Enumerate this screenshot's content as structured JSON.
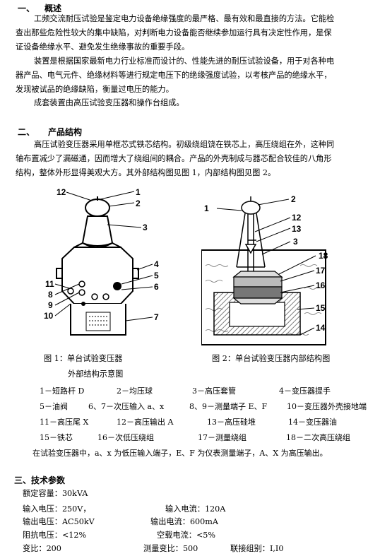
{
  "section1": {
    "num": "一、",
    "title": "概述",
    "paragraphs": [
      [
        "工频交流耐压试验是鉴定电力设备绝缘强度的最严格、最有效和最直接的方法。它能检",
        "查出那些危险性较大的集中缺陷，对判断电力设备能否继续参加运行具有决定性作用，是保",
        "证设备绝缘水平、避免发生绝缘事故的重要手段。"
      ],
      [
        "装置是根据国家最新电力行业标准而设计的、性能先进的耐压试验设备，用于对各种电",
        "器产品、电气元件、绝缘材料等进行规定电压下的绝缘强度试验，以考核产品的绝缘水平，",
        "发现被试品的绝缘缺陷，衡量过电压的能力。"
      ],
      [
        "成套装置由高压试验变压器和操作台组成。"
      ]
    ]
  },
  "section2": {
    "num": "二、",
    "title": "产品结构",
    "paragraph": [
      "高压试验变压器采用单框芯式铁芯结构。初级绕组饶在铁芯上，高压绕组在外，这种同",
      "轴布置减少了漏磁通，因而增大了绕组间的耦合。产品的外壳制成与器芯配合较佳的八角形",
      "结构，整体外形显得美观大方。其外部结构图见图 1，内部结构图见图 2。"
    ]
  },
  "figure1": {
    "labels": [
      "12",
      "1",
      "2",
      "3",
      "4",
      "5",
      "6",
      "11",
      "8",
      "9",
      "10",
      "7"
    ],
    "caption_line1": "图 1：单台试验变压器",
    "caption_line2": "外部结构示意图"
  },
  "figure2": {
    "labels": [
      "1",
      "2",
      "12",
      "13",
      "3",
      "18",
      "17",
      "16",
      "15",
      "14"
    ],
    "caption": "图 2：单台试验变压器内部结构图"
  },
  "legend": [
    [
      "1－短路杆 D",
      "2－均压球",
      "3－高压套管",
      "4－变压器提手"
    ],
    [
      "5－油阀",
      "6、7－次压输入 a、x",
      "8、9－测量端子 E、F",
      "10－变压器外壳接地端"
    ],
    [
      "11－高压尾 X",
      "12－高压输出 A",
      "13－高压硅堆",
      "14－变压器油"
    ],
    [
      "15－铁芯",
      "16－次低压绕组",
      "17－测量绕组",
      "18－二次高压绕组"
    ]
  ],
  "legend_note": "在试验变压器中，a、x 为低压输入端子，E、F 为仪表测量端子，A、X 为高压输出。",
  "section3": {
    "title": "三、技术参数",
    "rows": [
      [
        "额定容量：30kVA"
      ],
      [
        "输入电压：250V，",
        "输入电流：120A"
      ],
      [
        "输出电压：AC50kV",
        "输出电流：600mA"
      ],
      [
        "阻抗电压：<12%",
        "空载电流：<5%"
      ],
      [
        "变比：200",
        "测量变比：500",
        "联接组别：I,I0"
      ]
    ]
  }
}
